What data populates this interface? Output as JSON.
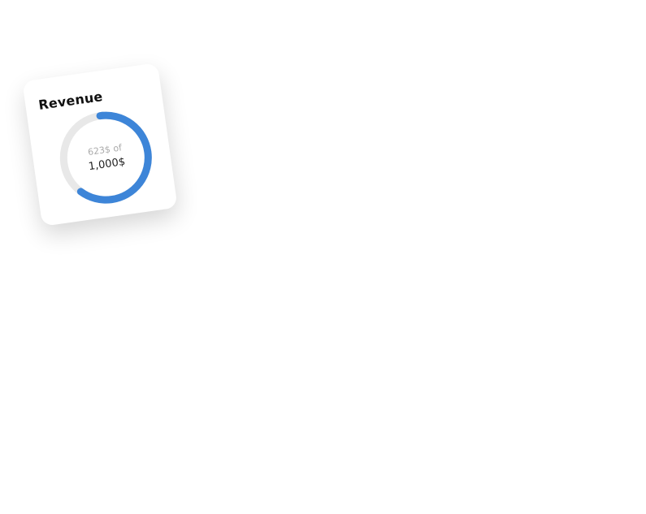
{
  "card": {
    "title": "Revenue",
    "value_label": "623$ of",
    "total_label": "1,000$",
    "progress": 0.623,
    "colors": {
      "progress": "#3d85d8",
      "track": "#e8e8e8"
    }
  }
}
